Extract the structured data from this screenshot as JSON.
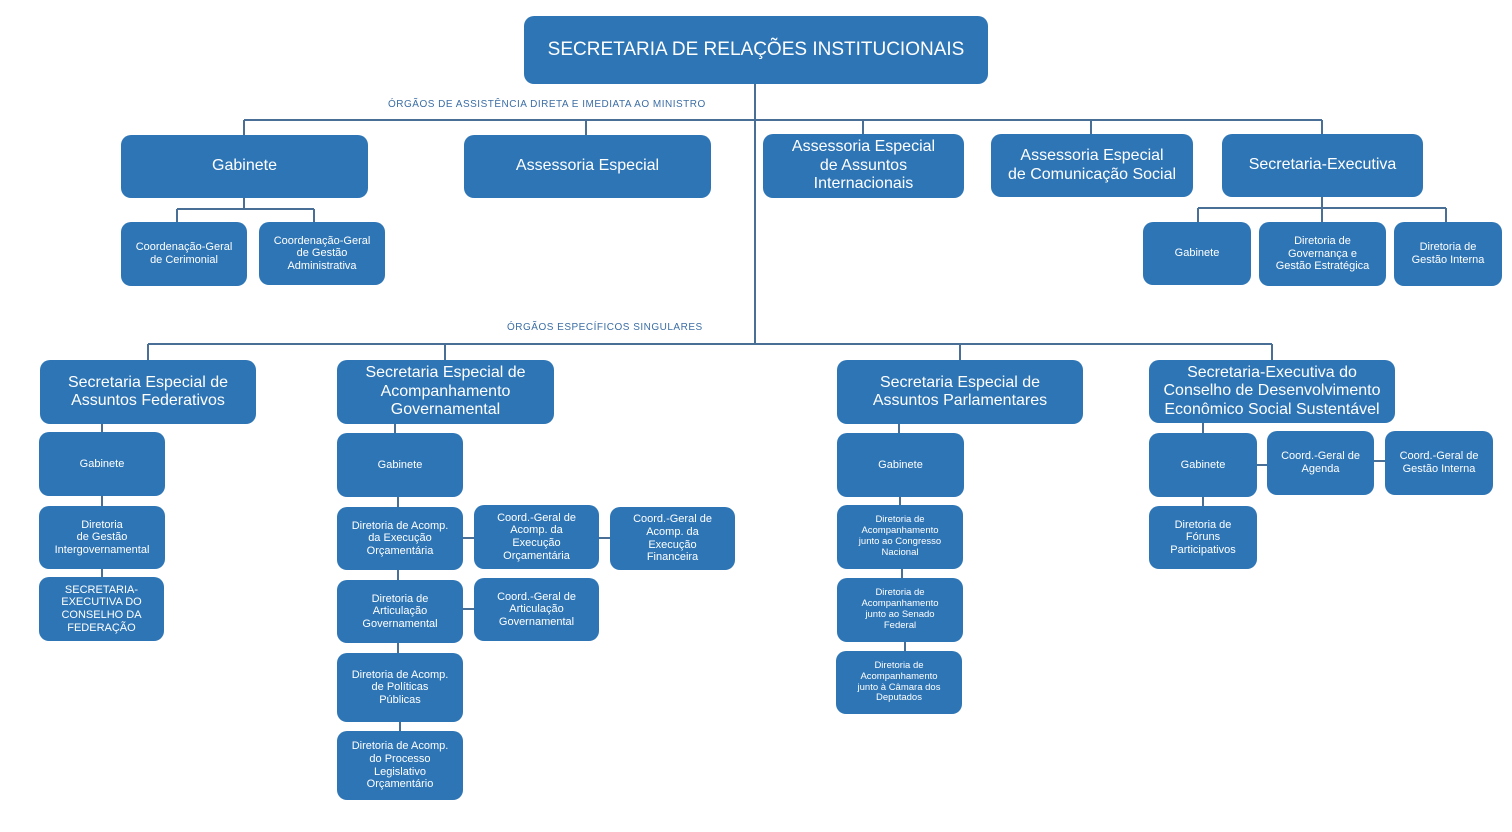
{
  "root": "SECRETARIA DE RELAÇÕES INSTITUCIONAIS",
  "section_labels": {
    "direct_assistance": "ÓRGÃOS DE ASSISTÊNCIA DIRETA E IMEDIATA AO MINISTRO",
    "specific": "ÓRGÃOS ESPECÍFICOS SINGULARES"
  },
  "direct": {
    "gabinete": "Gabinete",
    "gabinete_children": [
      "Coordenação-Geral\nde Cerimonial",
      "Coordenação-Geral\nde Gestão\nAdministrativa"
    ],
    "assessoria_especial": "Assessoria Especial",
    "assessoria_internacionais": "Assessoria Especial\nde Assuntos\nInternacionais",
    "assessoria_comunicacao": "Assessoria Especial\nde Comunicação Social",
    "secretaria_executiva": "Secretaria-Executiva",
    "secretaria_executiva_children": [
      "Gabinete",
      "Diretoria de\nGovernança e\nGestão Estratégica",
      "Diretoria de\nGestão Interna"
    ]
  },
  "federativos": {
    "title": "Secretaria Especial de\nAssuntos Federativos",
    "children": [
      "Gabinete",
      "Diretoria\nde Gestão\nIntergovernamental",
      "SECRETARIA-\nEXECUTIVA DO\nCONSELHO DA\nFEDERAÇÃO"
    ]
  },
  "acompanhamento": {
    "title": "Secretaria Especial de\nAcompanhamento\nGovernamental",
    "gabinete": "Gabinete",
    "dir_orcamentaria": "Diretoria de Acomp.\nda Execução\nOrçamentária",
    "cg_orcamentaria": "Coord.-Geral de\nAcomp. da\nExecução\nOrçamentária",
    "cg_financeira": "Coord.-Geral de\nAcomp. da\nExecução\nFinanceira",
    "dir_articulacao": "Diretoria de\nArticulação\nGovernamental",
    "cg_articulacao": "Coord.-Geral de\nArticulação\nGovernamental",
    "dir_politicas": "Diretoria de Acomp.\nde Políticas\nPúblicas",
    "dir_legislativo": "Diretoria de Acomp.\ndo Processo\nLegislativo\nOrçamentário"
  },
  "parlamentares": {
    "title": "Secretaria Especial de\nAssuntos Parlamentares",
    "children": [
      "Gabinete",
      "Diretoria de\nAcompanhamento\njunto ao Congresso\nNacional",
      "Diretoria de\nAcompanhamento\njunto ao Senado\nFederal",
      "Diretoria de\nAcompanhamento\njunto à Câmara dos\nDeputados"
    ]
  },
  "cdes": {
    "title": "Secretaria-Executiva do\nConselho de Desenvolvimento\nEconômico Social Sustentável",
    "gabinete": "Gabinete",
    "cg_agenda": "Coord.-Geral de\nAgenda",
    "cg_gestao_interna": "Coord.-Geral de\nGestão Interna",
    "dir_foruns": "Diretoria de\nFóruns\nParticipativos"
  },
  "colors": {
    "box": "#2e75b6",
    "line": "#4a6f96",
    "label": "#3b6ea5"
  }
}
